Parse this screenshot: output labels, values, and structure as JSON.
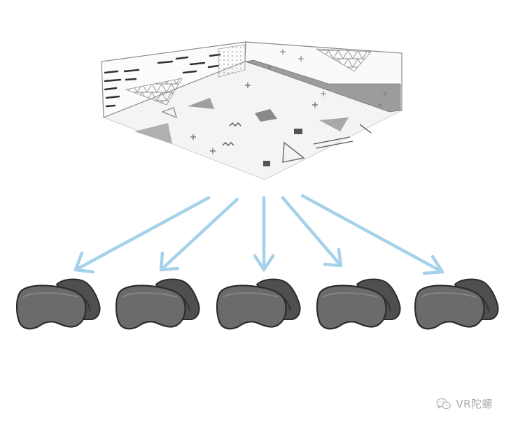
{
  "watermark": {
    "text": "VR陀螺",
    "icon": "wechat-icon"
  },
  "colors": {
    "arrow": "#a6d1ea",
    "headset_body": "#6b6b6b",
    "headset_strap": "#4f4f4f",
    "outline": "#2c2c2c",
    "room_line": "#8a8a8a",
    "room_dark": "#9a9a9a"
  },
  "diagram": {
    "room": "virtual-room-icon",
    "arrow_count": 5,
    "headset_count": 5,
    "headset_icon": "vr-headset-icon"
  }
}
